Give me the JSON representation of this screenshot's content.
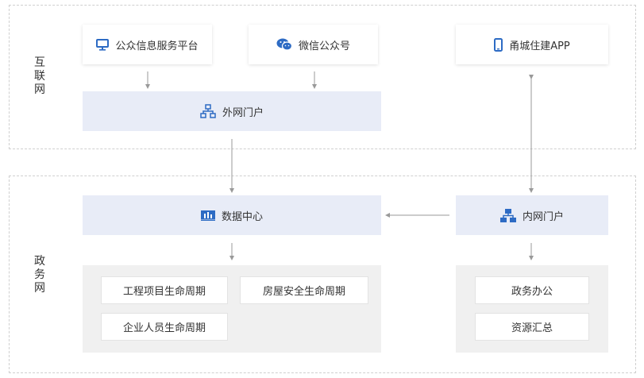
{
  "zones": {
    "internet_label": "互联网",
    "gov_label": "政务网"
  },
  "internet": {
    "public_service_platform": "公众信息服务平台",
    "wechat_official": "微信公众号",
    "app": "甬城住建APP",
    "external_portal": "外网门户"
  },
  "gov": {
    "data_center": "数据中心",
    "internal_portal": "内网门户",
    "lifecycles": [
      "工程项目生命周期",
      "房屋安全生命周期",
      "企业人员生命周期"
    ],
    "office": [
      "政务办公",
      "资源汇总"
    ]
  },
  "colors": {
    "accent": "#2d6bc4",
    "band": "#e8ecf7",
    "panel": "#f0f0f0",
    "dashed": "#cfcfcf",
    "arrow": "#999999"
  },
  "icons": {
    "platform": "monitor-icon",
    "wechat": "wechat-icon",
    "app": "phone-icon",
    "external_portal": "network-icon",
    "data_center": "chart-icon",
    "internal_portal": "network-tree-icon"
  }
}
